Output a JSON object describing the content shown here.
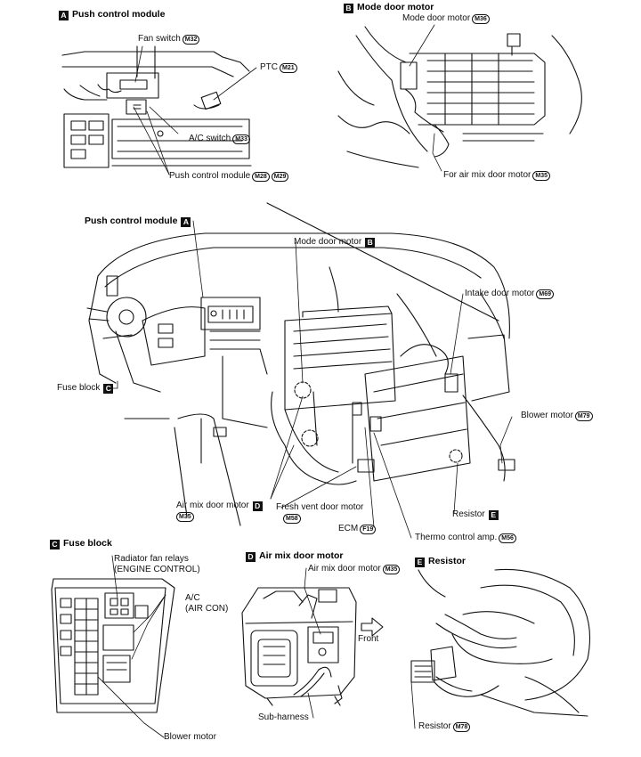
{
  "sections": {
    "a": {
      "letter": "A",
      "title": "Push control module"
    },
    "b": {
      "letter": "B",
      "title": "Mode door motor"
    },
    "c": {
      "letter": "C",
      "title": "Fuse block"
    },
    "d": {
      "letter": "D",
      "title": "Air mix door motor"
    },
    "e": {
      "letter": "E",
      "title": "Resistor"
    }
  },
  "panel_a": {
    "fan_switch": "Fan switch",
    "fan_switch_conn": "M32",
    "ptc": "PTC",
    "ptc_conn": "M21",
    "ac_switch": "A/C switch",
    "ac_switch_conn": "M33",
    "push_control": "Push control module",
    "push_conn_1": "M28",
    "push_conn_2": "M29"
  },
  "panel_b": {
    "mode_door_motor": "Mode door motor",
    "mode_conn": "M36",
    "air_mix_motor": "For air mix door motor",
    "air_mix_conn": "M35"
  },
  "overview": {
    "push_control": "Push control module",
    "push_letter": "A",
    "mode_door": "Mode door motor",
    "mode_letter": "B",
    "intake": "Intake door motor",
    "intake_conn": "M69",
    "fuse_block": "Fuse block",
    "fuse_letter": "C",
    "blower": "Blower motor",
    "blower_conn": "M79",
    "air_mix": "Air mix door motor",
    "air_mix_letter": "D",
    "air_mix_conn": "M35",
    "fresh_vent": "Fresh vent door motor",
    "fresh_conn": "M58",
    "ecm": "ECM",
    "ecm_conn": "F19",
    "resistor": "Resistor",
    "resistor_letter": "E",
    "thermo": "Thermo control amp.",
    "thermo_conn": "M56"
  },
  "panel_c": {
    "radiator_1": "Radiator fan relays",
    "radiator_2": "(ENGINE CONTROL)",
    "ac_1": "A/C",
    "ac_2": "(AIR CON)",
    "blower": "Blower motor"
  },
  "panel_d": {
    "air_mix_motor": "Air mix door motor",
    "air_mix_conn": "M35",
    "front": "Front",
    "sub_harness": "Sub-harness"
  },
  "panel_e": {
    "resistor": "Resistor",
    "resistor_conn": "M78"
  }
}
